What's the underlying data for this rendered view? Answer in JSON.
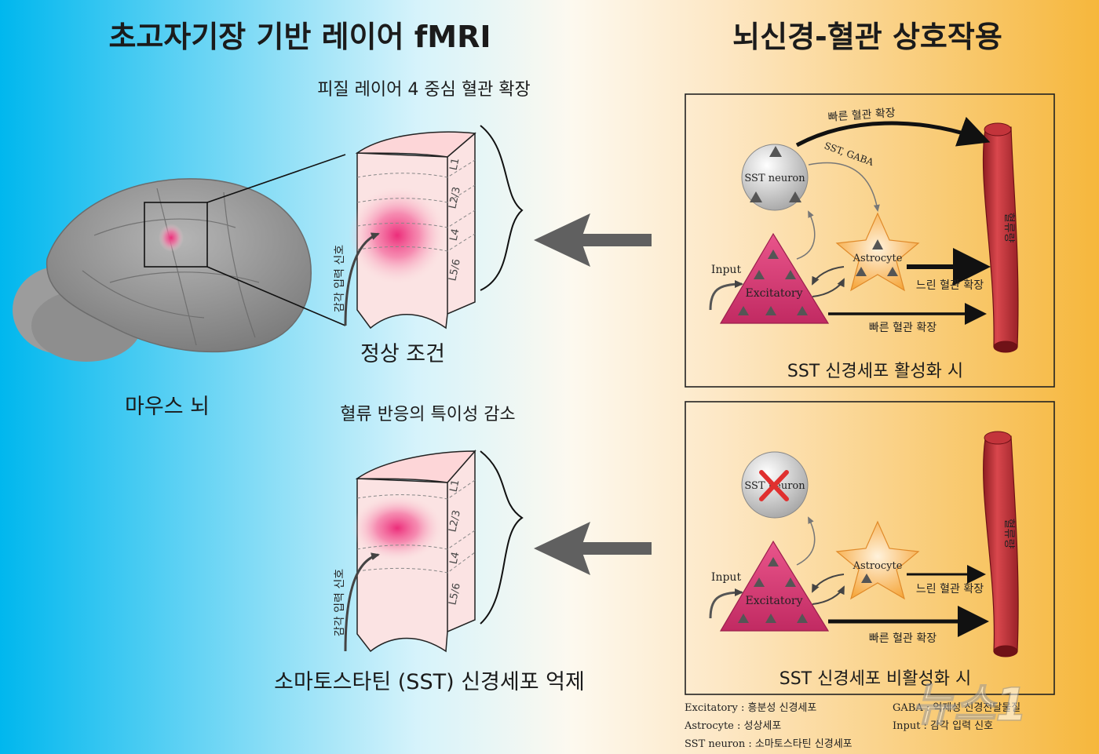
{
  "titles": {
    "left": "초고자기장 기반 레이어 fMRI",
    "right": "뇌신경-혈관 상호작용"
  },
  "brain": {
    "label": "마우스 뇌"
  },
  "normal": {
    "header": "피질 레이어 4 중심 혈관 확장",
    "footer": "정상 조건",
    "input_label": "감각 입력 신호",
    "layers": [
      "L1",
      "L2/3",
      "L4",
      "L5/6"
    ]
  },
  "suppressed": {
    "header": "혈류 반응의 특이성 감소",
    "footer": "소마토스타틴 (SST) 신경세포 억제",
    "input_label": "감각 입력 신호",
    "layers": [
      "L1",
      "L2/3",
      "L4",
      "L5/6"
    ]
  },
  "panel_active": {
    "caption": "SST 신경세포 활성화 시",
    "sst": "SST neuron",
    "sst_gaba": "SST, GABA",
    "astro": "Astrocyte",
    "excit": "Excitatory",
    "input": "Input",
    "fast_top": "빠른 혈관 확장",
    "slow": "느린 혈관 확장",
    "fast_bottom": "빠른 혈관 확장",
    "vessel": "혈류량"
  },
  "panel_inactive": {
    "caption": "SST 신경세포 비활성화 시",
    "sst": "SST neuron",
    "astro": "Astrocyte",
    "excit": "Excitatory",
    "input": "Input",
    "slow": "느린 혈관 확장",
    "fast_bottom": "빠른 혈관 확장",
    "vessel": "혈류량"
  },
  "legend": {
    "excit": "Excitatory : 흥분성 신경세포",
    "astro": "Astrocyte : 성상세포",
    "sst": "SST neuron : 소마토스타틴 신경세포",
    "gaba": "GABA : 억제성 신경전달물질",
    "input": "Input : 감각 입력 신호"
  },
  "watermark": "뉴스1",
  "colors": {
    "left_bg": "#00b7ee",
    "right_bg": "#f6b73c",
    "triangle": "#d2386e",
    "astrocyte": "#f7b04a",
    "vessel": "#c8323a",
    "activation": "#ec2d7a"
  }
}
